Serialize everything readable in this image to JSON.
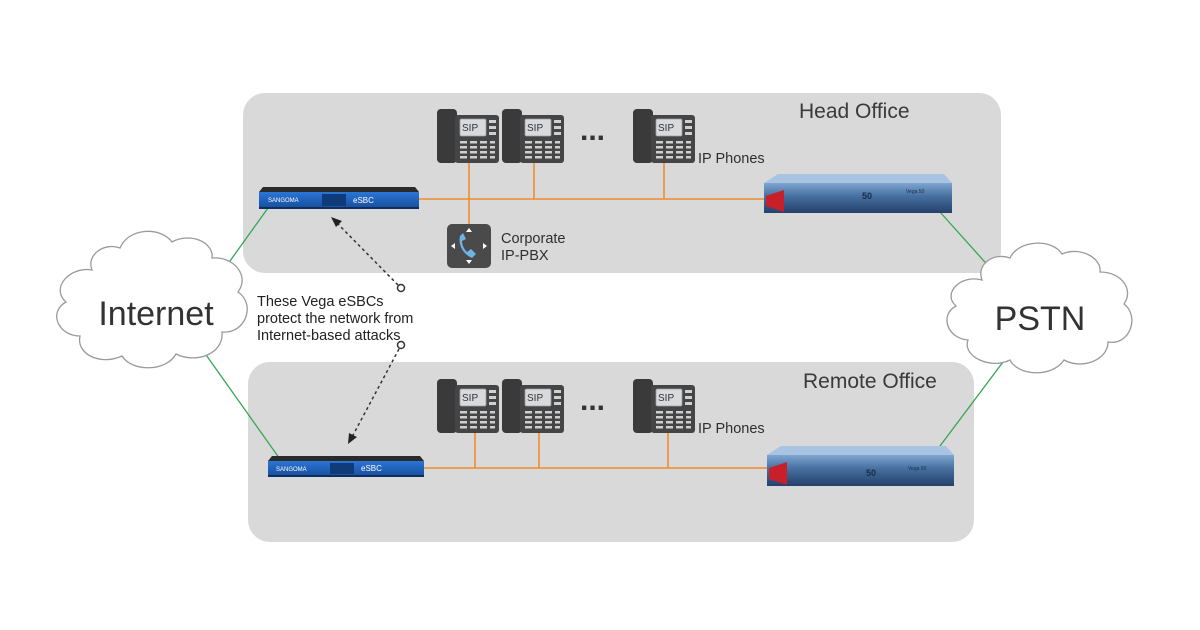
{
  "regions": {
    "head_office": {
      "title": "Head Office"
    },
    "remote_office": {
      "title": "Remote Office"
    }
  },
  "clouds": {
    "internet": "Internet",
    "pstn": "PSTN"
  },
  "phones": {
    "sip_label": "SIP",
    "ellipsis": "...",
    "head_label": "IP Phones",
    "remote_label": "IP Phones"
  },
  "pbx": {
    "line1": "Corporate",
    "line2": "IP-PBX"
  },
  "note": {
    "line1": "These Vega eSBCs",
    "line2": "protect the network from",
    "line3": "Internet-based attacks"
  },
  "esbc": {
    "brand": "SANGOMA",
    "model": "eSBC"
  },
  "gateway": {
    "model": "50",
    "series": "Vega 50"
  },
  "colors": {
    "region_fill": "#d9d9da",
    "lan_line": "#f08c2e",
    "wan_line": "#33a852",
    "esbc_body": "#1f5fbf",
    "gateway_body": "#3e6a9e"
  },
  "icons": {
    "phone": "desk-phone-icon",
    "pbx": "pbx-handset-icon",
    "cloud": "cloud-icon"
  }
}
